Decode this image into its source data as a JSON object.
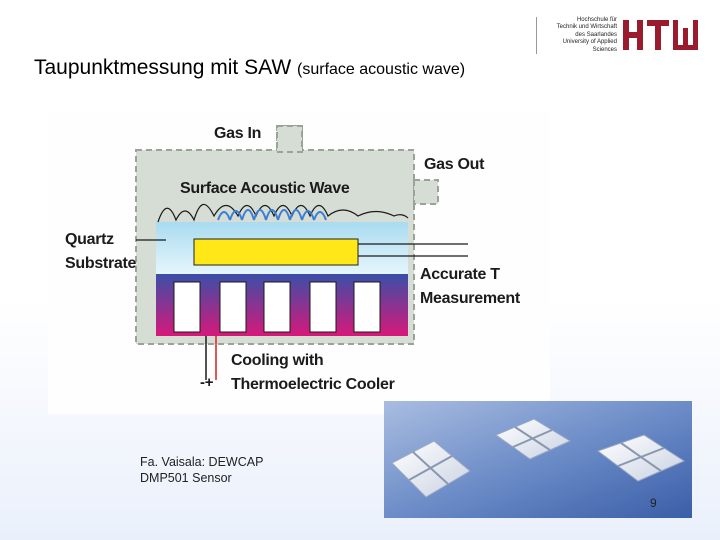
{
  "slide": {
    "title_main": "Taupunktmessung mit SAW",
    "title_sub": "(surface acoustic wave)",
    "caption_line1": "Fa. Vaisala: DEWCAP",
    "caption_line2": "DMP501 Sensor",
    "page_number": "9"
  },
  "logo": {
    "line1": "Hochschule für",
    "line2": "Technik und Wirtschaft",
    "line3": "des Saarlandes",
    "line4": "University of Applied Sciences",
    "brand_color": "#9b1b2e"
  },
  "diagram": {
    "gas_in": "Gas In",
    "gas_out": "Gas Out",
    "saw": "Surface Acoustic Wave",
    "quartz_line1": "Quartz",
    "quartz_line2": "Substrate",
    "accurate_line1": "Accurate T",
    "accurate_line2": "Measurement",
    "cooling_line1": "Cooling with",
    "cooling_line2": "Thermoelectric Cooler",
    "polarity": "-+",
    "colors": {
      "chamber": "#d6ddd5",
      "substrate": "#c6e8f6",
      "electrode": "#ffe718",
      "cooler_top": "#3a4fa8",
      "cooler_bottom": "#d8187a",
      "wave": "#3a7fd6",
      "wire": "#d62020"
    }
  }
}
